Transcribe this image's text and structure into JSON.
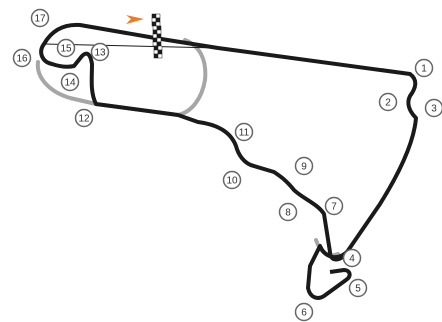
{
  "colors": {
    "track": "#1a1a1a",
    "alternate_layout": "#a6a6a6",
    "corner_marker_ring": "#666666",
    "direction_arrow": "#f07a22",
    "checker_dark": "#1a1a1a",
    "checker_light": "#ffffff"
  },
  "icons": {
    "direction": "direction-arrow-icon",
    "finish_line": "checkered-flag-icon"
  },
  "corners": [
    "1",
    "2",
    "3",
    "4",
    "5",
    "6",
    "7",
    "8",
    "9",
    "10",
    "11",
    "12",
    "13",
    "14",
    "15",
    "16",
    "17"
  ]
}
